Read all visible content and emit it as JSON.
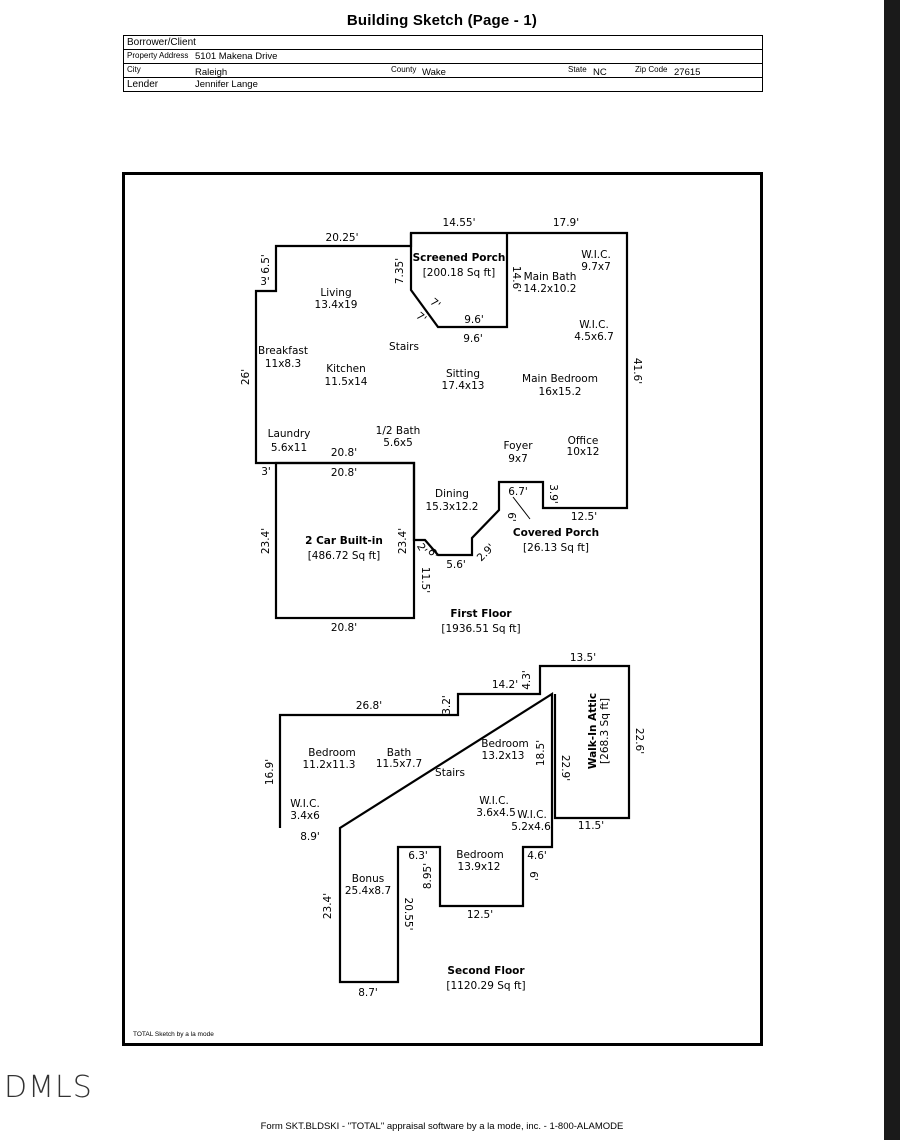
{
  "header": {
    "title": "Building Sketch (Page - 1)"
  },
  "info": {
    "borrower_label": "Borrower/Client",
    "address_label": "Property Address",
    "address_value": "5101 Makena Drive",
    "city_label": "City",
    "city_value": "Raleigh",
    "county_label": "County",
    "county_value": "Wake",
    "state_label": "State",
    "state_value": "NC",
    "zip_label": "Zip Code",
    "zip_value": "27615",
    "lender_label": "Lender",
    "lender_value": "Jennifer Lange"
  },
  "first_floor": {
    "title": "First Floor",
    "area": "[1936.51 Sq ft]",
    "areas": {
      "porch": "Screened Porch",
      "porch_area": "[200.18 Sq ft]",
      "garage": "2 Car Built-in",
      "garage_area": "[486.72 Sq ft]",
      "covered_porch": "Covered Porch",
      "covered_porch_area": "[26.13 Sq ft]"
    },
    "rooms": {
      "living": "Living",
      "living_dim": "13.4x19",
      "breakfast": "Breakfast",
      "breakfast_dim": "11x8.3",
      "kitchen": "Kitchen",
      "kitchen_dim": "11.5x14",
      "stairs": "Stairs",
      "sitting": "Sitting",
      "sitting_dim": "17.4x13",
      "main_bath": "Main Bath",
      "main_bath_dim": "14.2x10.2",
      "wic1": "W.I.C.",
      "wic1_dim": "9.7x7",
      "wic2": "W.I.C.",
      "wic2_dim": "4.5x6.7",
      "main_bedroom": "Main Bedroom",
      "main_bedroom_dim": "16x15.2",
      "laundry": "Laundry",
      "laundry_dim": "5.6x11",
      "half_bath": "1/2 Bath",
      "half_bath_dim": "5.6x5",
      "foyer": "Foyer",
      "foyer_dim": "9x7",
      "office": "Office",
      "office_dim": "10x12",
      "dining": "Dining",
      "dining_dim": "15.3x12.2"
    },
    "dims": {
      "d_20_25": "20.25'",
      "d_14_55": "14.55'",
      "d_17_9": "17.9'",
      "d_6_5": "6.5'",
      "d_3a": "3'",
      "d_7_35": "7.35'",
      "d_14_6": "14.6'",
      "d_7a": "7'",
      "d_7b": "7'",
      "d_9_6a": "9.6'",
      "d_9_6b": "9.6'",
      "d_26": "26'",
      "d_41_6": "41.6'",
      "d_20_8a": "20.8'",
      "d_20_8b": "20.8'",
      "d_3b": "3'",
      "d_23_4a": "23.4'",
      "d_23_4b": "23.4'",
      "d_2": "2'",
      "d_6a": "6'",
      "d_11_5": "11.5'",
      "d_5_6": "5.6'",
      "d_2_9": "2.9'",
      "d_6b": "6'",
      "d_6_7": "6.7'",
      "d_3_9": "3.9'",
      "d_12_5": "12.5'",
      "d_20_8c": "20.8'"
    }
  },
  "second_floor": {
    "title": "Second Floor",
    "area": "[1120.29 Sq ft]",
    "attic": "Walk-In Attic",
    "attic_area": "[268.3 Sq ft]",
    "rooms": {
      "bed1": "Bedroom",
      "bed1_dim": "11.2x11.3",
      "bath": "Bath",
      "bath_dim": "11.5x7.7",
      "bed2": "Bedroom",
      "bed2_dim": "13.2x13",
      "stairs": "Stairs",
      "wic1": "W.I.C.",
      "wic1_dim": "3.4x6",
      "wic2": "W.I.C.",
      "wic2_dim": "3.6x4.5",
      "wic3": "W.I.C.",
      "wic3_dim": "5.2x4.6",
      "bed3": "Bedroom",
      "bed3_dim": "13.9x12",
      "bonus": "Bonus",
      "bonus_dim": "25.4x8.7"
    },
    "dims": {
      "d_13_5": "13.5'",
      "d_14_2": "14.2'",
      "d_4_3": "4.3'",
      "d_26_8": "26.8'",
      "d_3_2": "3.2'",
      "d_22_6": "22.6'",
      "d_22_9": "22.9'",
      "d_18_5": "18.5'",
      "d_16_9": "16.9'",
      "d_8_9": "8.9'",
      "d_11_5": "11.5'",
      "d_6_3": "6.3'",
      "d_4_6": "4.6'",
      "d_8_95": "8.95'",
      "d_6": "6'",
      "d_23_4": "23.4'",
      "d_20_55": "20.55'",
      "d_12_5": "12.5'",
      "d_8_7": "8.7'"
    }
  },
  "software_note": "TOTAL Sketch by a la mode",
  "watermark": "DMLS",
  "footer": "Form SKT.BLDSKI - \"TOTAL\" appraisal software by a la mode, inc. - 1-800-ALAMODE"
}
